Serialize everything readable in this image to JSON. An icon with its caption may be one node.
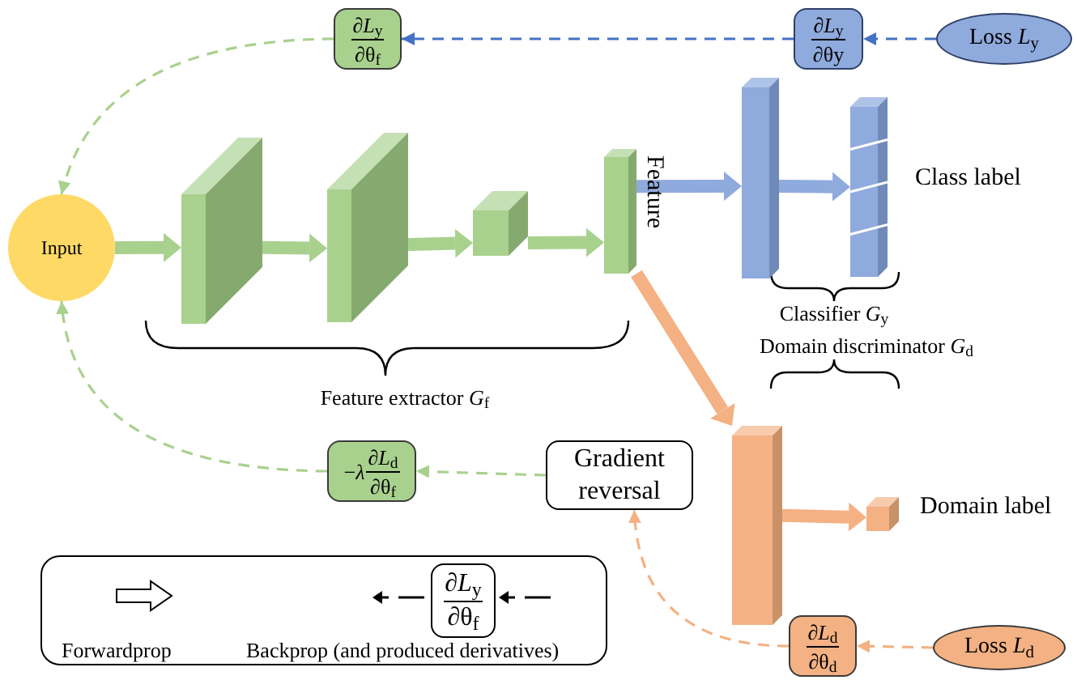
{
  "diagram": {
    "nodes": [
      {
        "text": [
          "∂*L*$_{y}$",
          "∂θ$_{f}$"
        ]
      },
      {
        "text": [
          "∂*L*$_{y}$",
          "∂θy"
        ]
      },
      {
        "text": [
          "Loss *L*$_{y}$"
        ]
      },
      {
        "text": [
          "Input"
        ]
      },
      {
        "text": [],
        "shape": "box"
      },
      {
        "text": [],
        "shape": "box"
      },
      {
        "text": [],
        "shape": "box"
      },
      {
        "text": [],
        "shape": "box",
        "beside": [
          "Feature"
        ]
      },
      {
        "text": [],
        "shape": "box"
      },
      {
        "text": [],
        "shape": "box",
        "beside": [
          "Class label"
        ]
      },
      {
        "text": [],
        "shape": "box"
      },
      {
        "text": [],
        "shape": "box",
        "beside": [
          "Domain label"
        ]
      },
      {
        "text": [
          "−*λ*",
          "∂*L*$_{d}$",
          "∂θ$_{f}$"
        ]
      },
      {
        "text": [
          "Gradient reversal"
        ]
      },
      {
        "text": [
          "∂*L*$_{d}$",
          "∂θ$_{d}$"
        ]
      },
      {
        "text": [
          "Loss *L*$_{d}$"
        ]
      }
    ],
    "edges": [
      {
        "from": 2,
        "to": 1,
        "arrow": "to",
        "style": "dashed",
        "color": "#4472c4"
      },
      {
        "from": 1,
        "to": 0,
        "arrow": "to",
        "style": "dashed",
        "color": "#4472c4"
      },
      {
        "from": 0,
        "to": 3,
        "arrow": "to",
        "style": "dashed",
        "color": "#a9d18e"
      },
      {
        "from": 3,
        "to": 4,
        "arrow": "to",
        "color": "#a9d18e"
      },
      {
        "from": 4,
        "to": 5,
        "arrow": "to",
        "color": "#a9d18e"
      },
      {
        "from": 5,
        "to": 6,
        "arrow": "to",
        "color": "#a9d18e"
      },
      {
        "from": 6,
        "to": 7,
        "arrow": "to",
        "color": "#a9d18e"
      },
      {
        "from": 7,
        "to": 8,
        "arrow": "to",
        "color": "#8faadc"
      },
      {
        "from": 8,
        "to": 9,
        "arrow": "to",
        "color": "#8faadc"
      },
      {
        "from": 7,
        "to": 10,
        "arrow": "to",
        "color": "#f4b183"
      },
      {
        "from": 10,
        "to": 11,
        "arrow": "to",
        "color": "#f4b183"
      },
      {
        "from": 15,
        "to": 14,
        "arrow": "to",
        "style": "dashed",
        "color": "#f4b183"
      },
      {
        "from": 14,
        "to": 13,
        "arrow": "to",
        "style": "dashed",
        "color": "#f4b183"
      },
      {
        "from": 13,
        "to": 12,
        "arrow": "to",
        "style": "dashed",
        "color": "#a9d18e"
      },
      {
        "from": 12,
        "to": 3,
        "arrow": "to",
        "style": "dashed",
        "color": "#a9d18e"
      }
    ],
    "labels": [
      "Feature extractor *G*$_{f}$",
      "Classifier *G*$_{y}$",
      "Domain discriminator *G*$_{d}$",
      "∂*L*$_{y}$",
      "∂θ$_{f}$"
    ],
    "legend": [
      {
        "text": "Forwardprop"
      },
      {
        "text": "Backprop (and produced derivatives)"
      }
    ]
  }
}
